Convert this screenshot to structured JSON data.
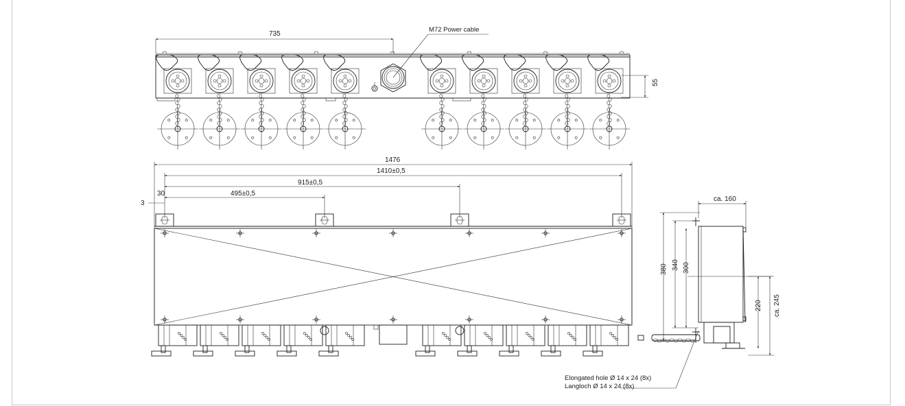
{
  "top_view": {
    "dim_735": "735",
    "dim_55": "55",
    "cable_label": "M72 Power cable"
  },
  "front_view": {
    "dim_1476": "1476",
    "dim_1410": "1410±0,5",
    "dim_915": "915±0,5",
    "dim_495": "495±0,5",
    "dim_30": "30",
    "dim_3": "3"
  },
  "side_view": {
    "dim_ca160": "ca. 160",
    "dim_380": "380",
    "dim_340": "340",
    "dim_300": "300",
    "dim_220": "220",
    "dim_ca245": "ca. 245"
  },
  "notes": {
    "elongated_hole_en": "Elongated hole Ø 14 x 24 (8x)",
    "elongated_hole_de": "Langloch Ø 14 x 24 (8x)"
  }
}
